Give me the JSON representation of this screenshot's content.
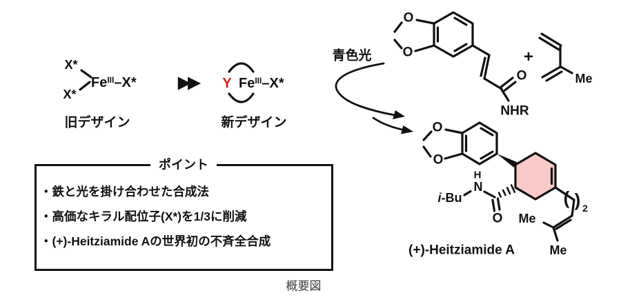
{
  "colors": {
    "ink": "#111111",
    "accent_red": "#c9231a",
    "ring_highlight": "#f9c8c8",
    "caption_gray": "#3a3a3a"
  },
  "left_panel": {
    "old_design": {
      "ligand_top": "X*",
      "ligand_bottom": "X*",
      "metal": "Fe",
      "oxidation_state": "III",
      "right_group": "–X*",
      "label": "旧デザイン"
    },
    "fast_forward_icon_glyph": "▶▶",
    "new_design": {
      "chelate_atom": "Y",
      "metal": "Fe",
      "oxidation_state": "III",
      "right_group": "–X*",
      "label": "新デザイン"
    }
  },
  "points_box": {
    "title": "ポイント",
    "bullets": [
      "・鉄と光を掛け合わせた合成法",
      "・高価なキラル配位子(X*)を1/3に削減",
      "・(+)-Heitziamide Aの世界初の不斉全合成"
    ]
  },
  "reaction": {
    "condition": "青色光",
    "plus_sign": "+",
    "dienophile": {
      "o_top": "O",
      "o_bottom": "O",
      "carbonyl_o": "O",
      "amide_group": "NHR"
    },
    "diene": {
      "methyl": "Me"
    },
    "product": {
      "o_top": "O",
      "o_bottom": "O",
      "amide_h": "H",
      "amide_n": "N",
      "ibu_italic": "i",
      "ibu_rest": "-Bu",
      "carbonyl_o": "O",
      "paren_open": "(",
      "paren_close": ")",
      "paren_subscript": "2",
      "methyl_left": "Me",
      "methyl_bottom": "Me",
      "name": "(+)-Heitziamide A"
    }
  },
  "caption": "概要図"
}
